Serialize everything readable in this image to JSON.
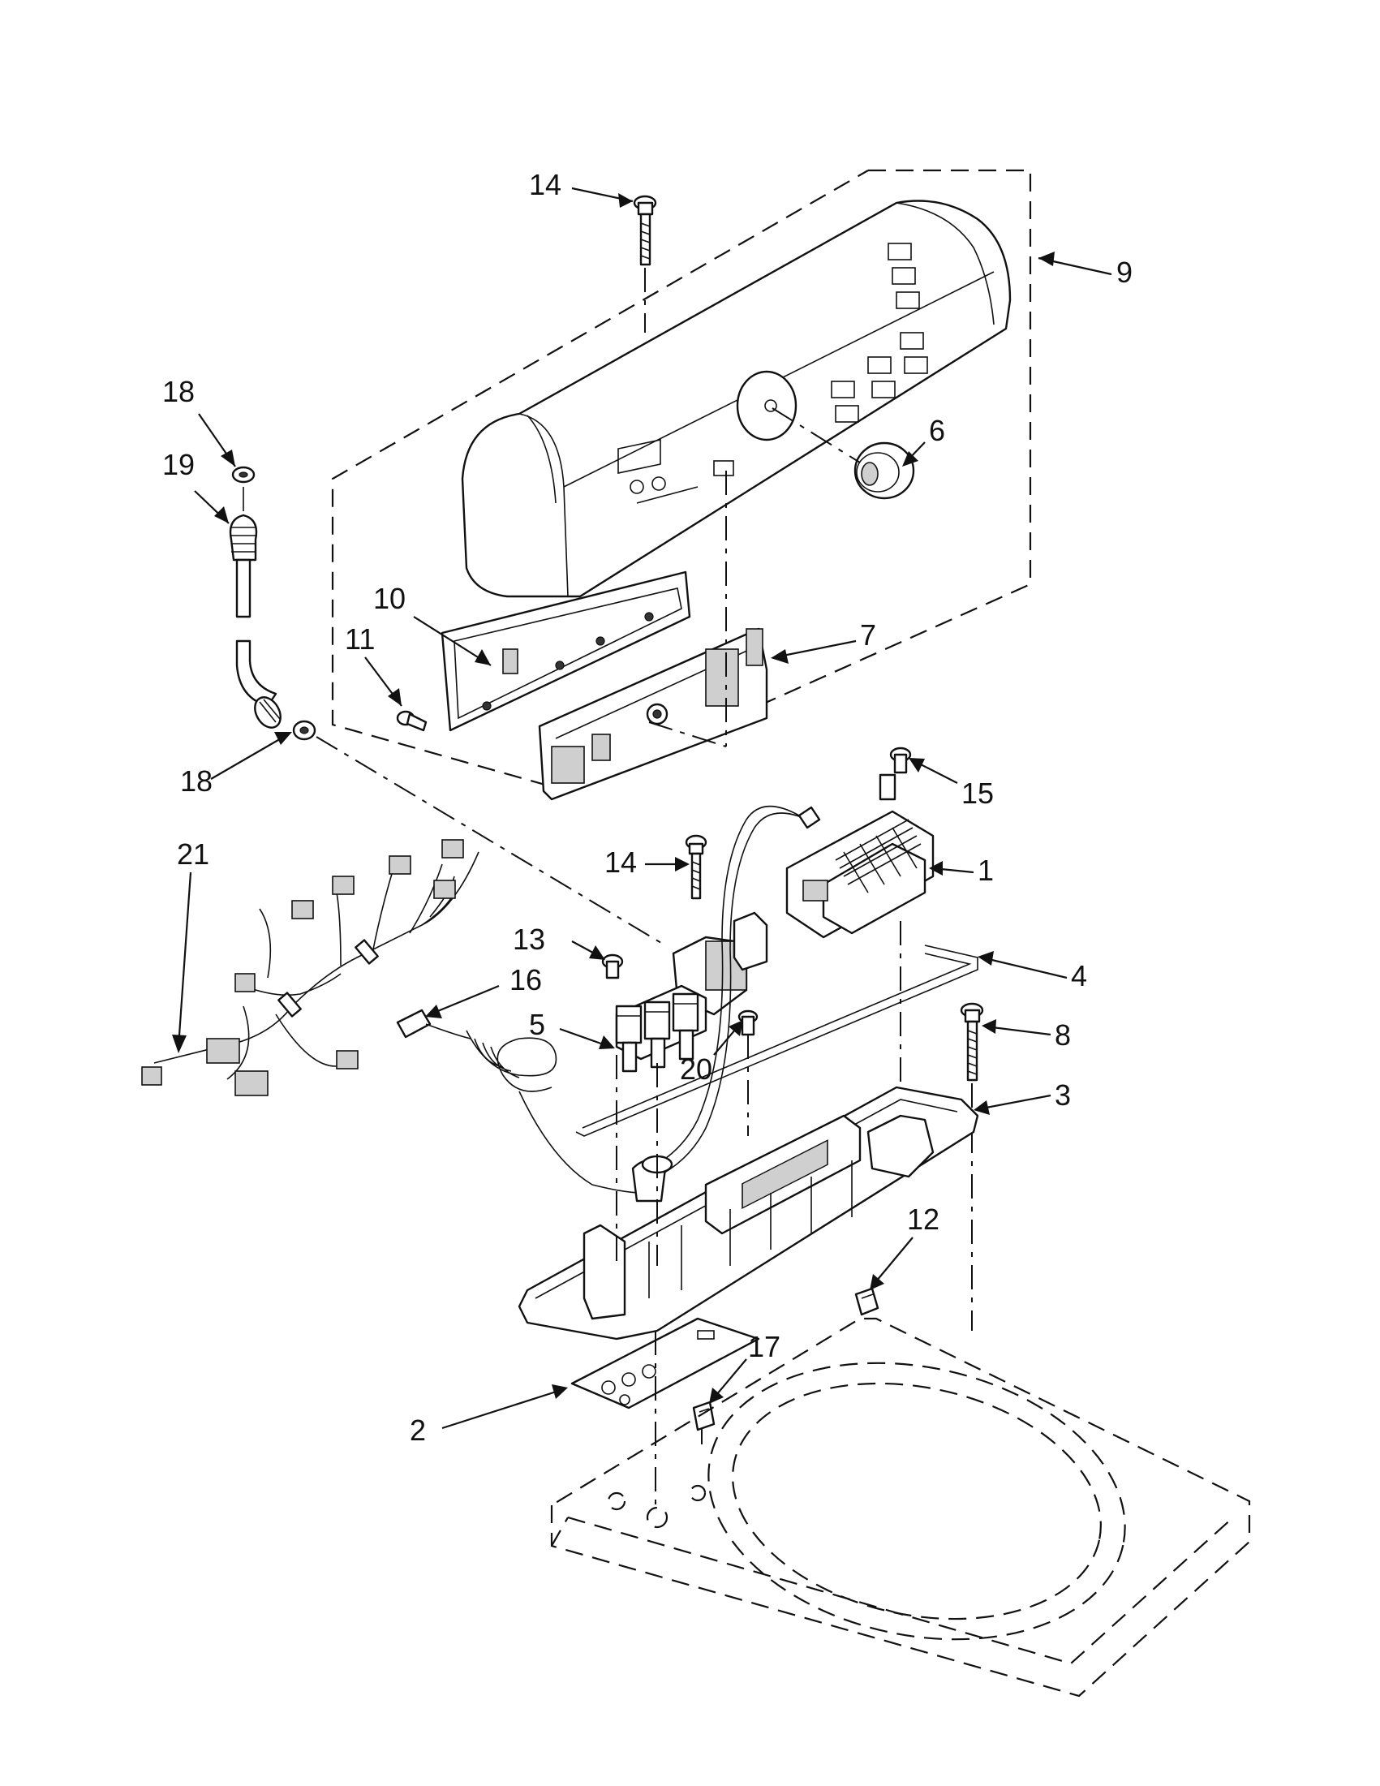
{
  "callouts": [
    {
      "id": "14",
      "label": "14"
    },
    {
      "id": "9",
      "label": "9"
    },
    {
      "id": "18",
      "label": "18"
    },
    {
      "id": "19",
      "label": "19"
    },
    {
      "id": "6",
      "label": "6"
    },
    {
      "id": "10",
      "label": "10"
    },
    {
      "id": "11",
      "label": "11"
    },
    {
      "id": "7",
      "label": "7"
    },
    {
      "id": "18b",
      "label": "18"
    },
    {
      "id": "15",
      "label": "15"
    },
    {
      "id": "21",
      "label": "21"
    },
    {
      "id": "14b",
      "label": "14"
    },
    {
      "id": "1",
      "label": "1"
    },
    {
      "id": "13",
      "label": "13"
    },
    {
      "id": "4",
      "label": "4"
    },
    {
      "id": "16",
      "label": "16"
    },
    {
      "id": "5",
      "label": "5"
    },
    {
      "id": "20",
      "label": "20"
    },
    {
      "id": "8",
      "label": "8"
    },
    {
      "id": "3",
      "label": "3"
    },
    {
      "id": "12",
      "label": "12"
    },
    {
      "id": "17",
      "label": "17"
    },
    {
      "id": "2",
      "label": "2"
    }
  ]
}
